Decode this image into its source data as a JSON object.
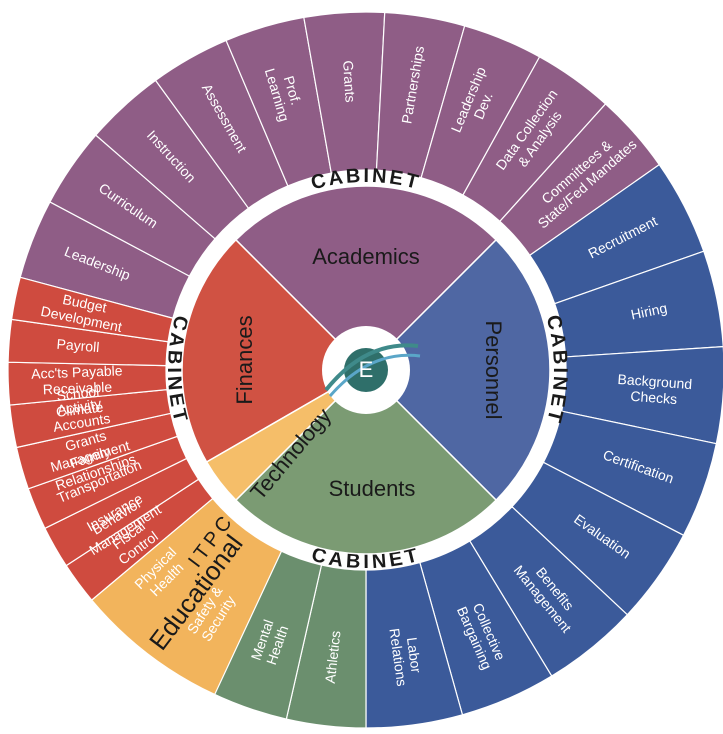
{
  "colors": {
    "academics": "#8f5d86",
    "personnel": "#3b5a9a",
    "students": "#6b8f6e",
    "finances": "#cf4b3f",
    "technology": "#f2b45c",
    "inner_academics": "#8f5d86",
    "inner_personnel": "#4f67a3",
    "inner_students": "#7b9b73",
    "inner_finances": "#d05243",
    "inner_technology": "#f5be69",
    "line": "#ffffff",
    "text": "#1a1a1a"
  },
  "center": {
    "letter": "E",
    "icon": "swoosh-logo-icon"
  },
  "domains": {
    "academics": "Academics",
    "personnel": "Personnel",
    "students": "Students",
    "finances": "Finances",
    "technology": "Technology",
    "educational": "Educational",
    "itpc": "ITPC"
  },
  "cabinet_label": "CABINET",
  "sections": {
    "academics": [
      "Leadership",
      "Curriculum",
      "Instruction",
      "Assessment",
      "Prof. Learning",
      "Grants",
      "Partnerships",
      "Leadership Dev.",
      "Data Collection & Analysis",
      "Committees & State/Fed Mandates"
    ],
    "personnel": [
      "Recruitment",
      "Hiring",
      "Background Checks",
      "Certification",
      "Evaluation",
      "Benefits Management",
      "Collective Bargaining",
      "Labor Relations"
    ],
    "students": [
      "Athletics",
      "Mental Health",
      "Safety & Security",
      "Physical Health",
      "Behavior Management",
      "Family Relationships",
      "School Climate"
    ],
    "finances": [
      "Fiscal Control",
      "Insurance",
      "Transportation",
      "Grants Management",
      "Activity Accounts",
      "Acc'ts Payable Receivable",
      "Payroll",
      "Budget Development"
    ]
  }
}
